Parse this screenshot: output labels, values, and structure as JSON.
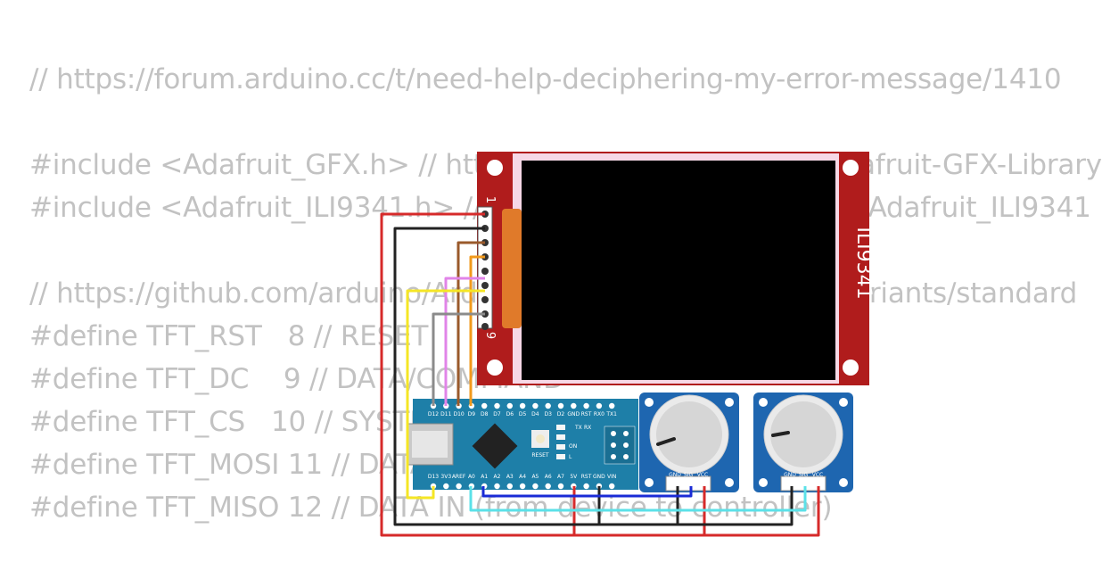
{
  "code": {
    "lines": [
      "// https://forum.arduino.cc/t/need-help-deciphering-my-error-message/1410",
      "",
      "#include <Adafruit_GFX.h> // https://github.com/adafruit/Adafruit-GFX-Library",
      "#include <Adafruit_ILI9341.h> // https://github.com/adafruit/Adafruit_ILI9341",
      "",
      "// https://github.com/arduino/ArduinoCore-avr/blob/master/variants/standard",
      "#define TFT_RST   8 // RESET",
      "#define TFT_DC    9 // DATA/COMMAND",
      "#define TFT_CS   10 // SYSTEM",
      "#define TFT_MOSI 11 // DATA",
      "#define TFT_MISO 12 // DATA IN (from device to controller)"
    ]
  },
  "display": {
    "label": "ILI9341",
    "pin_first": "1",
    "pin_last": "9",
    "board_color": "#b01c1c",
    "screen_color": "#000000"
  },
  "nano": {
    "board_color": "#1e7fa8",
    "top_pins": [
      "D12",
      "D11",
      "D10",
      "D9",
      "D8",
      "D7",
      "D6",
      "D5",
      "D4",
      "D3",
      "D2",
      "GND",
      "RST",
      "RX0",
      "TX1"
    ],
    "bottom_pins": [
      "D13",
      "3V3",
      "AREF",
      "A0",
      "A1",
      "A2",
      "A3",
      "A4",
      "A5",
      "A6",
      "A7",
      "5V",
      "RST",
      "GND",
      "VIN"
    ],
    "reset_label": "RESET",
    "led_labels": [
      "TX",
      "RX",
      "ON",
      "L"
    ]
  },
  "potentiometers": [
    {
      "pins": [
        "GND",
        "SIG",
        "VCC"
      ]
    },
    {
      "pins": [
        "GND",
        "SIG",
        "VCC"
      ]
    }
  ],
  "wires": {
    "red": "#d62a2a",
    "black": "#222222",
    "brown": "#9a5a2b",
    "orange": "#f29a1c",
    "violet": "#e184e8",
    "yellow": "#f5e625",
    "gray": "#8b8b8b",
    "blue": "#1a2bd6",
    "cyan": "#5be1e8"
  }
}
